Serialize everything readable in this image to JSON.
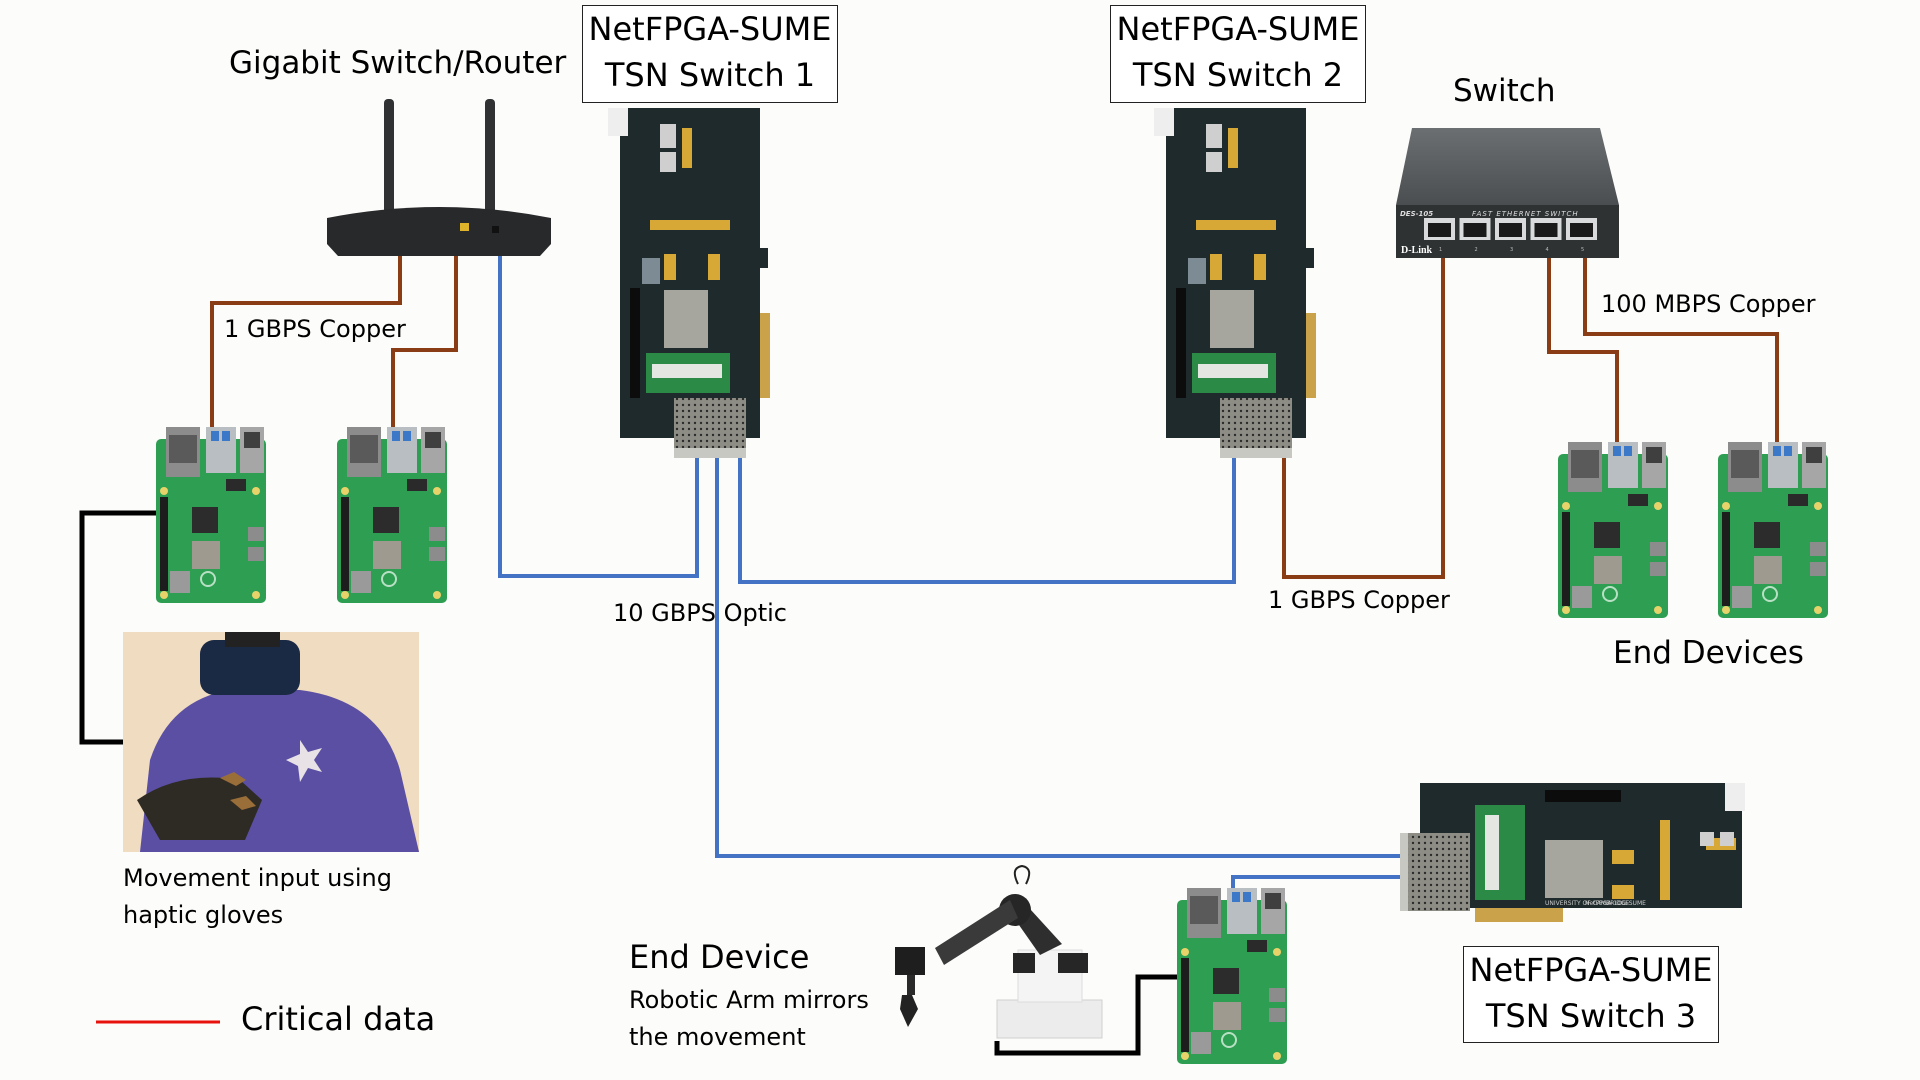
{
  "diagram": {
    "title_router": "Gigabit Switch/Router",
    "title_switch": "Switch",
    "tsn_switches": [
      {
        "line1": "NetFPGA-SUME",
        "line2": "TSN Switch 1"
      },
      {
        "line1": "NetFPGA-SUME",
        "line2": "TSN Switch 2"
      },
      {
        "line1": "NetFPGA-SUME",
        "line2": "TSN Switch 3"
      }
    ],
    "link_labels": {
      "copper_1g_left": "1 GBPS Copper",
      "copper_1g_right": "1 GBPS Copper",
      "copper_100m": "100 MBPS Copper",
      "optic_10g": "10 GBPS Optic"
    },
    "end_devices_label": "End Devices",
    "haptic_caption": [
      "Movement input using",
      "haptic gloves"
    ],
    "end_device": {
      "title": "End Device",
      "desc": [
        "Robotic Arm mirrors",
        "the movement"
      ]
    },
    "legend": {
      "label": "Critical data",
      "color": "#e8120c"
    },
    "switch_device": {
      "model": "DES-105",
      "caption": "FAST ETHERNET SWITCH",
      "brand": "D-Link",
      "port_numbers": [
        "1",
        "2",
        "3",
        "4",
        "5"
      ]
    },
    "board_text": {
      "vendor": "UNIVERSITY OF CAMBRIDGE",
      "model": "NetFPGA-1OG-SUME"
    },
    "colors": {
      "copper": "#8a3d14",
      "optic": "#4472c4",
      "control": "#000000",
      "board_pcb": "#1f2a2c",
      "pi_pcb": "#2e9e52"
    }
  }
}
